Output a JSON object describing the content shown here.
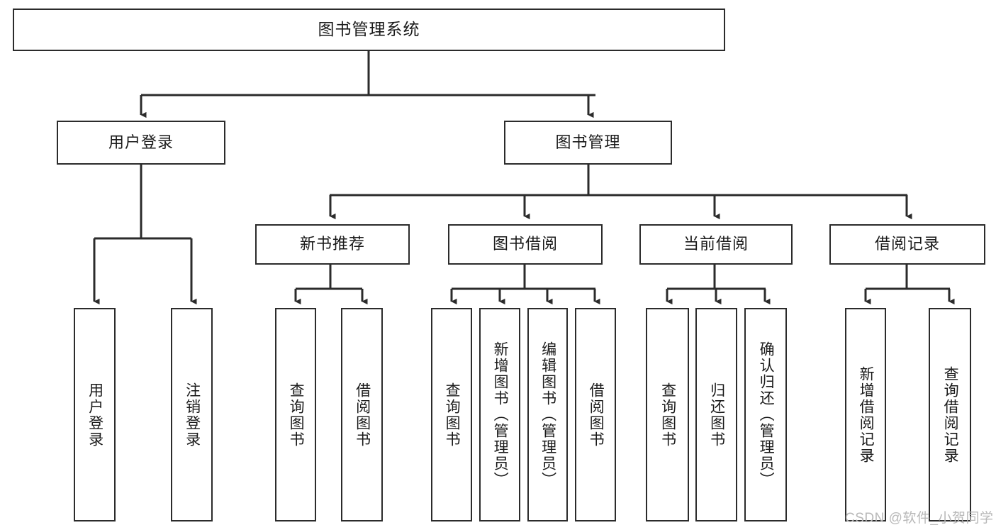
{
  "diagram": {
    "type": "tree-hierarchy-flowchart",
    "title": "图书管理系统",
    "orientation": "top-down",
    "box_fill": "#ffffff",
    "box_stroke": "#2b2b2b",
    "connector_color": "#2b2b2b",
    "levels": [
      {
        "level": 1,
        "nodes": [
          {
            "id": "root",
            "label": "图书管理系统",
            "text_direction": "horizontal"
          }
        ]
      },
      {
        "level": 2,
        "nodes": [
          {
            "id": "login",
            "label": "用户登录",
            "text_direction": "horizontal",
            "parent": "root"
          },
          {
            "id": "bookmgmt",
            "label": "图书管理",
            "text_direction": "horizontal",
            "parent": "root"
          }
        ]
      },
      {
        "level": 3,
        "nodes": [
          {
            "id": "newrec",
            "label": "新书推荐",
            "text_direction": "horizontal",
            "parent": "bookmgmt"
          },
          {
            "id": "borrow",
            "label": "图书借阅",
            "text_direction": "horizontal",
            "parent": "bookmgmt"
          },
          {
            "id": "current",
            "label": "当前借阅",
            "text_direction": "horizontal",
            "parent": "bookmgmt"
          },
          {
            "id": "records",
            "label": "借阅记录",
            "text_direction": "horizontal",
            "parent": "bookmgmt"
          }
        ]
      },
      {
        "level": 4,
        "nodes": [
          {
            "id": "leaf-user-login",
            "label": "用户登录",
            "text_direction": "vertical",
            "parent": "login"
          },
          {
            "id": "leaf-user-logout",
            "label": "注销登录",
            "text_direction": "vertical",
            "parent": "login"
          },
          {
            "id": "leaf-query-book-1",
            "label": "查询图书",
            "text_direction": "vertical",
            "parent": "newrec"
          },
          {
            "id": "leaf-borrow-book-1",
            "label": "借阅图书",
            "text_direction": "vertical",
            "parent": "newrec"
          },
          {
            "id": "leaf-query-book-2",
            "label": "查询图书",
            "text_direction": "vertical",
            "parent": "borrow"
          },
          {
            "id": "leaf-add-book",
            "label": "新增图书（管理员）",
            "text_direction": "vertical",
            "parent": "borrow"
          },
          {
            "id": "leaf-edit-book",
            "label": "编辑图书（管理员）",
            "text_direction": "vertical",
            "parent": "borrow"
          },
          {
            "id": "leaf-borrow-book-2",
            "label": "借阅图书",
            "text_direction": "vertical",
            "parent": "borrow"
          },
          {
            "id": "leaf-query-book-3",
            "label": "查询图书",
            "text_direction": "vertical",
            "parent": "current"
          },
          {
            "id": "leaf-return-book",
            "label": "归还图书",
            "text_direction": "vertical",
            "parent": "current"
          },
          {
            "id": "leaf-confirm-return",
            "label": "确认归还（管理员）",
            "text_direction": "vertical",
            "parent": "current"
          },
          {
            "id": "leaf-add-record",
            "label": "新增借阅记录",
            "text_direction": "vertical",
            "parent": "records"
          },
          {
            "id": "leaf-query-record",
            "label": "查询借阅记录",
            "text_direction": "vertical",
            "parent": "records"
          }
        ]
      }
    ]
  },
  "watermark": {
    "text": "CSDN @软件_小贺同学",
    "color": "#b8b8b8"
  }
}
